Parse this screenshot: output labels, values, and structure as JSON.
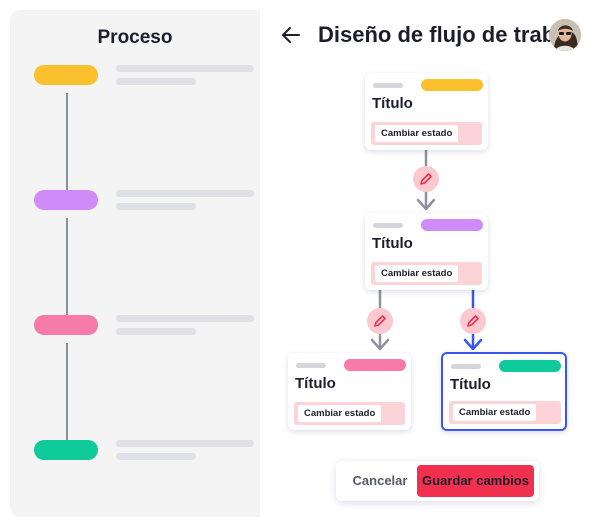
{
  "left_panel": {
    "title": "Proceso",
    "steps": [
      {
        "color": "#fbc02d"
      },
      {
        "color": "#cf8cf9"
      },
      {
        "color": "#f67ba8"
      },
      {
        "color": "#0fcb9c"
      }
    ]
  },
  "header": {
    "title": "Diseño de flujo de trabajo"
  },
  "workflow": {
    "cards": [
      {
        "title": "Título",
        "status_label": "Cambiar estado",
        "accent": "#fbc02d"
      },
      {
        "title": "Título",
        "status_label": "Cambiar estado",
        "accent": "#cf8cf9"
      },
      {
        "title": "Título",
        "status_label": "Cambiar estado",
        "accent": "#f67ba8"
      },
      {
        "title": "Título",
        "status_label": "Cambiar estado",
        "accent": "#0fcb9c"
      }
    ]
  },
  "actions": {
    "cancel_label": "Cancelar",
    "save_label": "Guardar cambios"
  },
  "colors": {
    "primary": "#f0304e",
    "selection": "#3b55f0",
    "connector": "#8b91a3"
  }
}
